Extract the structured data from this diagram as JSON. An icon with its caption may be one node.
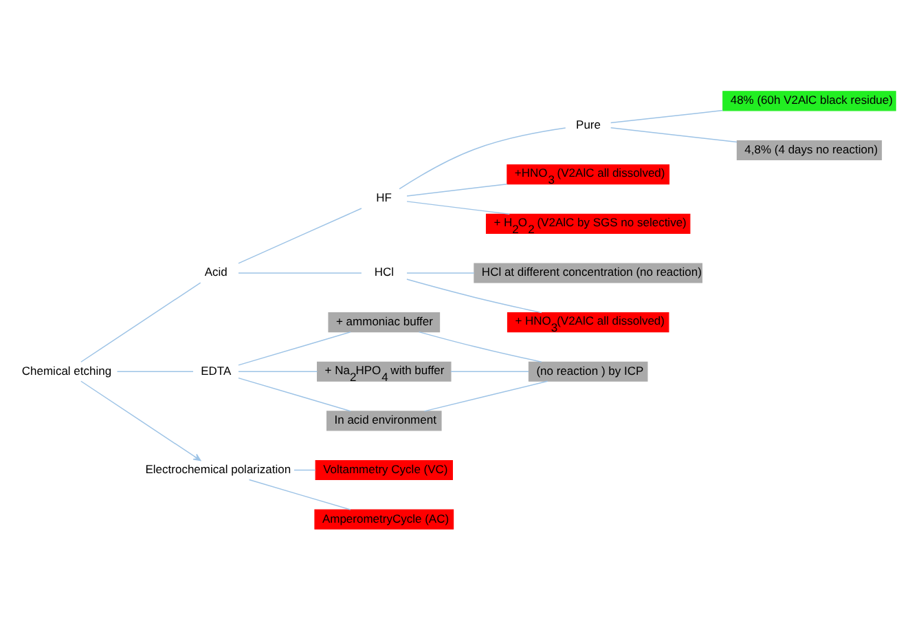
{
  "diagram": {
    "nodes": [
      {
        "text": [
          "Chemical etching"
        ]
      },
      {
        "text": [
          "Acid"
        ]
      },
      {
        "text": [
          "HF"
        ]
      },
      {
        "text": [
          "Pure"
        ]
      },
      {
        "text": [
          "48% (60h V2AlC black residue)"
        ]
      },
      {
        "text": [
          "4,8% (4 days no reaction)"
        ]
      },
      {
        "text": [
          "+HNO$_{3}$ (V2AlC all dissolved)"
        ]
      },
      {
        "text": [
          "+ H$_{2}$O$_{2}$ (V2AlC by SGS no selective)"
        ]
      },
      {
        "text": [
          "HCl"
        ]
      },
      {
        "text": [
          "HCl at different concentration (no reaction)"
        ]
      },
      {
        "text": [
          "+ HNO$_{3}$(V2AlC all dissolved)"
        ]
      },
      {
        "text": [
          "EDTA"
        ]
      },
      {
        "text": [
          "+ ammoniac buffer"
        ]
      },
      {
        "text": [
          "+ Na$_{2}$HPO$_{4}$ with buffer"
        ]
      },
      {
        "text": [
          "In acid environment"
        ]
      },
      {
        "text": [
          "(no reaction ) by ICP"
        ]
      },
      {
        "text": [
          "Electrochemical polarization"
        ]
      },
      {
        "text": [
          "Voltammetry Cycle (VC)"
        ]
      },
      {
        "text": [
          "AmperometryCycle (AC)"
        ]
      }
    ],
    "edges": [
      {
        "from": 0,
        "to": 1,
        "arrow": "none"
      },
      {
        "from": 0,
        "to": 11,
        "arrow": "none"
      },
      {
        "from": 1,
        "to": 2,
        "arrow": "none"
      },
      {
        "from": 1,
        "to": 8,
        "arrow": "none"
      },
      {
        "from": 2,
        "to": 3,
        "arrow": "none"
      },
      {
        "from": 2,
        "to": 6,
        "arrow": "none"
      },
      {
        "from": 2,
        "to": 7,
        "arrow": "none"
      },
      {
        "from": 3,
        "to": 4,
        "arrow": "none"
      },
      {
        "from": 3,
        "to": 5,
        "arrow": "none"
      },
      {
        "from": 8,
        "to": 9,
        "arrow": "none"
      },
      {
        "from": 8,
        "to": 10,
        "arrow": "none"
      },
      {
        "from": 11,
        "to": 12,
        "arrow": "none"
      },
      {
        "from": 11,
        "to": 13,
        "arrow": "none"
      },
      {
        "from": 11,
        "to": 14,
        "arrow": "none"
      },
      {
        "from": 12,
        "to": 15,
        "arrow": "none"
      },
      {
        "from": 13,
        "to": 15,
        "arrow": "none"
      },
      {
        "from": 14,
        "to": 15,
        "arrow": "none"
      },
      {
        "from": 0,
        "to": 16,
        "arrow": "to"
      },
      {
        "from": 16,
        "to": 17,
        "arrow": "none"
      },
      {
        "from": 16,
        "to": 18,
        "arrow": "none"
      }
    ]
  }
}
